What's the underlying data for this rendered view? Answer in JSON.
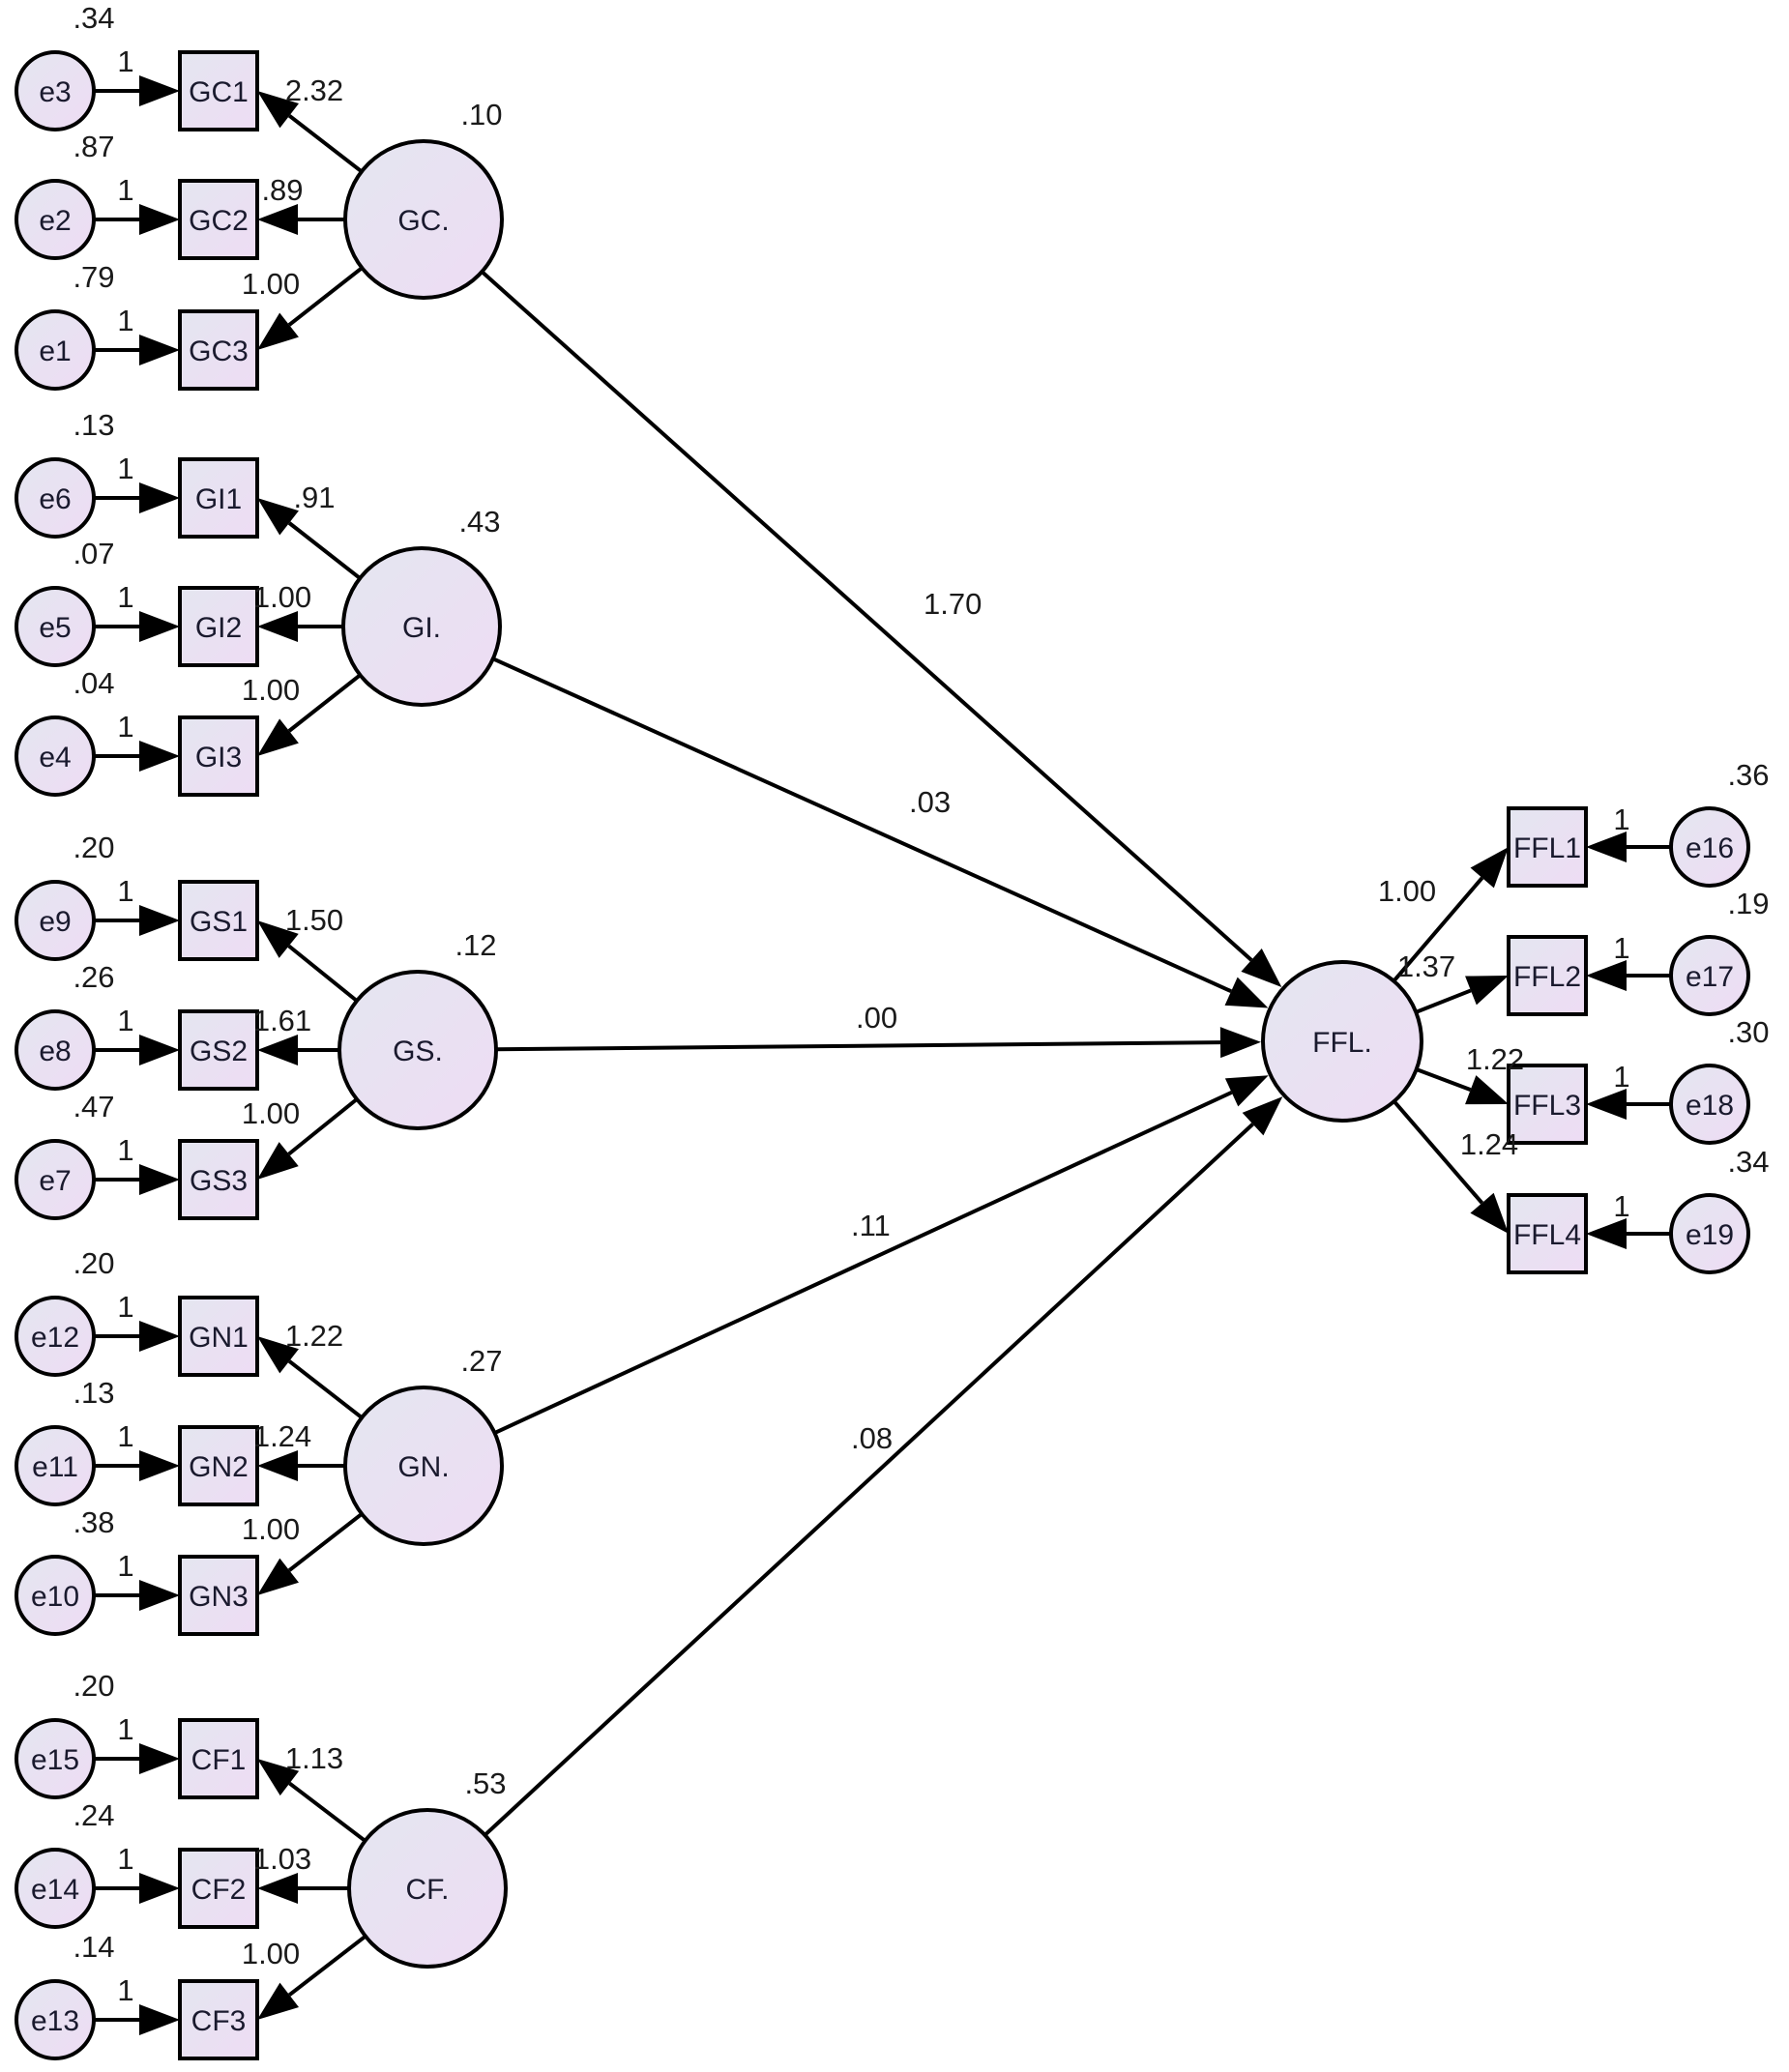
{
  "diagram": {
    "type": "structural-equation-model",
    "fill_color": "#e8e2f2",
    "stroke_color": "#000000",
    "latents": [
      {
        "id": "GC",
        "label": "GC.",
        "variance": ".10"
      },
      {
        "id": "GI",
        "label": "GI.",
        "variance": ".43"
      },
      {
        "id": "GS",
        "label": "GS.",
        "variance": ".12"
      },
      {
        "id": "GN",
        "label": "GN.",
        "variance": ".27"
      },
      {
        "id": "CF",
        "label": "CF.",
        "variance": ".53"
      },
      {
        "id": "FFL",
        "label": "FFL.",
        "variance": ""
      }
    ],
    "indicator_groups": [
      {
        "latent": "GC",
        "indicators": [
          {
            "label": "GC1",
            "error": "e3",
            "error_variance": ".34",
            "error_path": "1",
            "loading": "2.32"
          },
          {
            "label": "GC2",
            "error": "e2",
            "error_variance": ".87",
            "error_path": "1",
            "loading": ".89"
          },
          {
            "label": "GC3",
            "error": "e1",
            "error_variance": ".79",
            "error_path": "1",
            "loading": "1.00"
          }
        ]
      },
      {
        "latent": "GI",
        "indicators": [
          {
            "label": "GI1",
            "error": "e6",
            "error_variance": ".13",
            "error_path": "1",
            "loading": ".91"
          },
          {
            "label": "GI2",
            "error": "e5",
            "error_variance": ".07",
            "error_path": "1",
            "loading": "1.00"
          },
          {
            "label": "GI3",
            "error": "e4",
            "error_variance": ".04",
            "error_path": "1",
            "loading": "1.00"
          }
        ]
      },
      {
        "latent": "GS",
        "indicators": [
          {
            "label": "GS1",
            "error": "e9",
            "error_variance": ".20",
            "error_path": "1",
            "loading": "1.50"
          },
          {
            "label": "GS2",
            "error": "e8",
            "error_variance": ".26",
            "error_path": "1",
            "loading": "1.61"
          },
          {
            "label": "GS3",
            "error": "e7",
            "error_variance": ".47",
            "error_path": "1",
            "loading": "1.00"
          }
        ]
      },
      {
        "latent": "GN",
        "indicators": [
          {
            "label": "GN1",
            "error": "e12",
            "error_variance": ".20",
            "error_path": "1",
            "loading": "1.22"
          },
          {
            "label": "GN2",
            "error": "e11",
            "error_variance": ".13",
            "error_path": "1",
            "loading": "1.24"
          },
          {
            "label": "GN3",
            "error": "e10",
            "error_variance": ".38",
            "error_path": "1",
            "loading": "1.00"
          }
        ]
      },
      {
        "latent": "CF",
        "indicators": [
          {
            "label": "CF1",
            "error": "e15",
            "error_variance": ".20",
            "error_path": "1",
            "loading": "1.13"
          },
          {
            "label": "CF2",
            "error": "e14",
            "error_variance": ".24",
            "error_path": "1",
            "loading": "1.03"
          },
          {
            "label": "CF3",
            "error": "e13",
            "error_variance": ".14",
            "error_path": "1",
            "loading": "1.00"
          }
        ]
      }
    ],
    "outcome_group": {
      "latent": "FFL",
      "indicators": [
        {
          "label": "FFL1",
          "error": "e16",
          "error_variance": ".36",
          "error_path": "1",
          "loading": "1.00"
        },
        {
          "label": "FFL2",
          "error": "e17",
          "error_variance": ".19",
          "error_path": "1",
          "loading": "1.37"
        },
        {
          "label": "FFL3",
          "error": "e18",
          "error_variance": ".30",
          "error_path": "1",
          "loading": "1.22"
        },
        {
          "label": "FFL4",
          "error": "e19",
          "error_variance": ".34",
          "error_path": "1",
          "loading": "1.24"
        }
      ]
    },
    "structural_paths": [
      {
        "from": "GC",
        "to": "FFL",
        "coefficient": "1.70"
      },
      {
        "from": "GI",
        "to": "FFL",
        "coefficient": ".03"
      },
      {
        "from": "GS",
        "to": "FFL",
        "coefficient": ".00"
      },
      {
        "from": "GN",
        "to": "FFL",
        "coefficient": ".11"
      },
      {
        "from": "CF",
        "to": "FFL",
        "coefficient": ".08"
      }
    ]
  }
}
